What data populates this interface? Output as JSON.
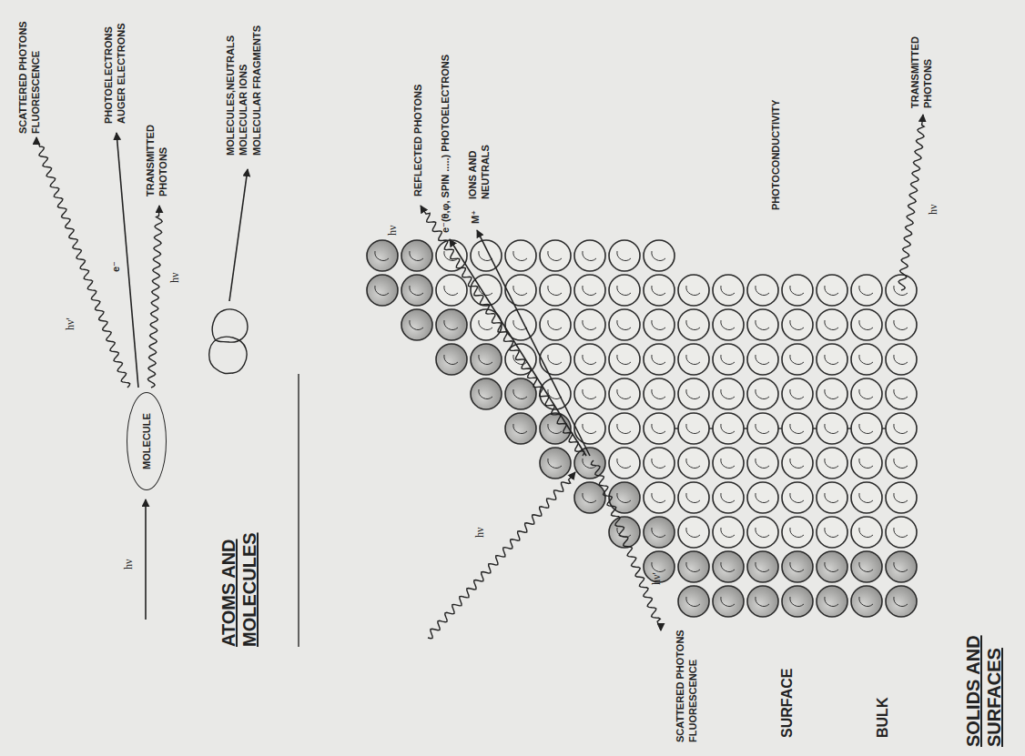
{
  "diagram": {
    "nodes": [
      {
        "text": [
          "MOLECULE"
        ]
      }
    ],
    "labels": [
      "SCATTERED PHOTONS FLUORESCENCE",
      "hν'",
      "PHOTOELECTRONS AUGER ELECTRONS",
      "e⁻",
      "TRANSMITTED PHOTONS",
      "hν",
      "hν",
      "MOLECULES,NEUTRALS MOLECULAR IONS MOLECULAR FRAGMENTS",
      "ATOMS AND MOLECULES",
      "REFLECTED PHOTONS",
      "hν",
      "e⁻(θ,φ, SPIN .....) PHOTOELECTRONS",
      "M⁺",
      "IONS AND NEUTRALS",
      "PHOTOCONDUCTIVITY",
      "TRANSMITTED PHOTONS",
      "hν",
      "hν",
      "hν'",
      "SCATTERED PHOTONS FLUORESCENCE",
      "SURFACE",
      "BULK",
      "SOLIDS AND SURFACES"
    ]
  }
}
